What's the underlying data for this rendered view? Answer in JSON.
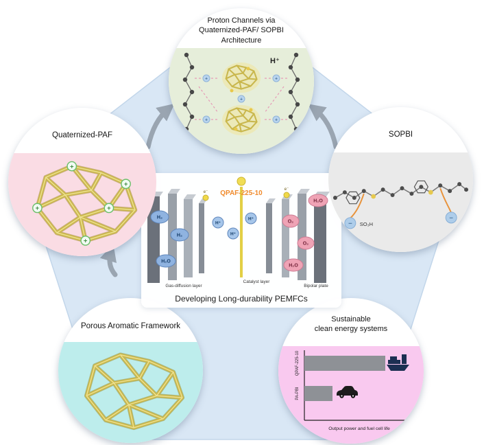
{
  "figure": {
    "caption": "Developing Long-durability PEMFCs"
  },
  "circles": {
    "top": {
      "title_line1": "Proton Channels via",
      "title_line2": "Quaternized-PAF/ SOPBI",
      "title_line3": "Architecture",
      "h_plus": "H⁺"
    },
    "left": {
      "title": "Quaternized-PAF",
      "plus_sign": "+"
    },
    "right": {
      "title": "SOPBI",
      "so3h": "SO₃H",
      "minus_sign": "−"
    },
    "bottom_left": {
      "title": "Porous Aromatic Framework"
    },
    "bottom_right": {
      "title_line1": "Sustainable",
      "title_line2": "clean energy systems"
    }
  },
  "fuel_cell": {
    "membrane_label": "QPAF-225-10",
    "layers": {
      "gdl": "Gas-diffusion layer",
      "catalyst": "Catalyst layer",
      "bipolar": "Bipolar plate"
    },
    "molecules": {
      "h2": "H₂",
      "h2o": "H₂O",
      "h_plus": "H⁺",
      "o2": "O₂",
      "e": "e⁻"
    }
  },
  "chart_data": {
    "type": "bar",
    "orientation": "horizontal",
    "title": "Sustainable clean energy systems",
    "categories": [
      "QPAF-225-10",
      "PA-PBI"
    ],
    "values": [
      100,
      35
    ],
    "value_note": "relative bar lengths; axis unlabeled",
    "xlabel": "Output power and fuel cell life",
    "icons": [
      "cargo-ship",
      "car"
    ],
    "bar_color": "#8e9196",
    "legend": "none",
    "grid": false
  },
  "colors": {
    "background_blob": "#d9e7f5",
    "top_circle_bg": "#e6eeda",
    "left_circle_bg": "#fadce4",
    "right_circle_bg": "#eaeaea",
    "bottom_left_circle_bg": "#bdedec",
    "bottom_right_circle_bg": "#f9c9ef",
    "membrane_label": "#f08a2b",
    "network_yellow": "#ccb845",
    "arrow_gray": "#9aa5b1"
  }
}
